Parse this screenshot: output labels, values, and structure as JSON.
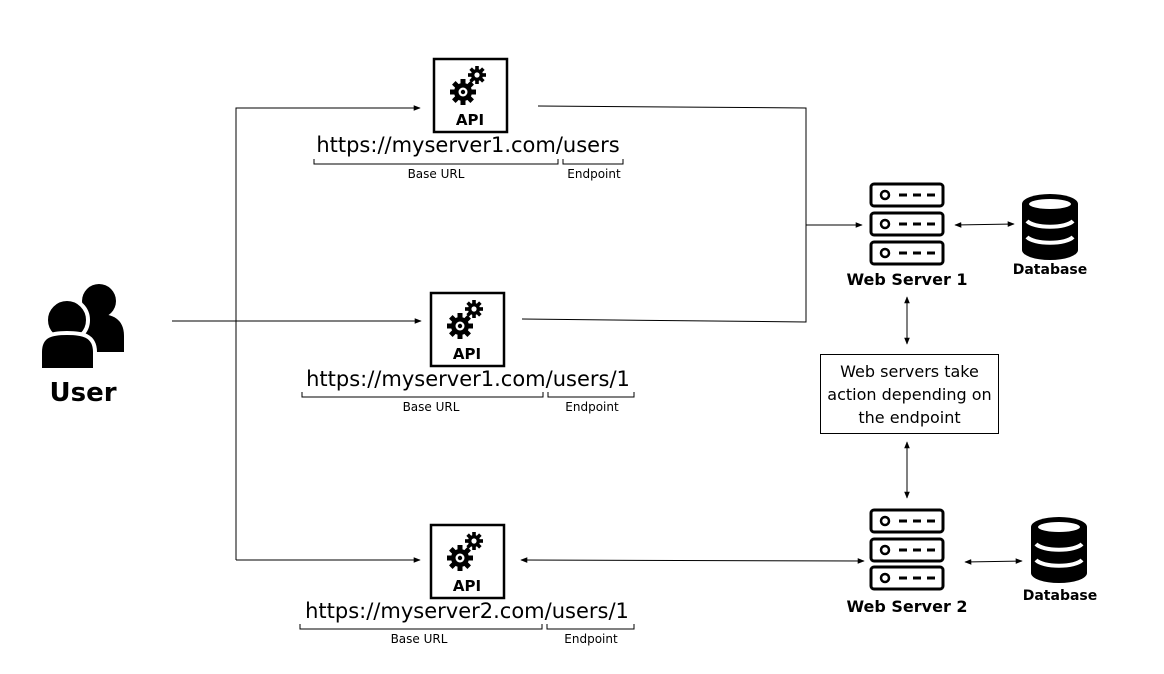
{
  "user": {
    "label": "User",
    "icon": "users-icon"
  },
  "apis": [
    {
      "label": "API",
      "icon": "gears-icon",
      "url": "https://myserver1.com/users",
      "base_label": "Base URL",
      "endpoint_label": "Endpoint"
    },
    {
      "label": "API",
      "icon": "gears-icon",
      "url": "https://myserver1.com/users/1",
      "base_label": "Base URL",
      "endpoint_label": "Endpoint"
    },
    {
      "label": "API",
      "icon": "gears-icon",
      "url": "https://myserver2.com/users/1",
      "base_label": "Base URL",
      "endpoint_label": "Endpoint"
    }
  ],
  "servers": [
    {
      "label": "Web Server 1",
      "icon": "server-icon"
    },
    {
      "label": "Web Server 2",
      "icon": "server-icon"
    }
  ],
  "databases": [
    {
      "label": "Database",
      "icon": "database-icon"
    },
    {
      "label": "Database",
      "icon": "database-icon"
    }
  ],
  "note": {
    "text": "Web servers take action depending on the endpoint"
  }
}
